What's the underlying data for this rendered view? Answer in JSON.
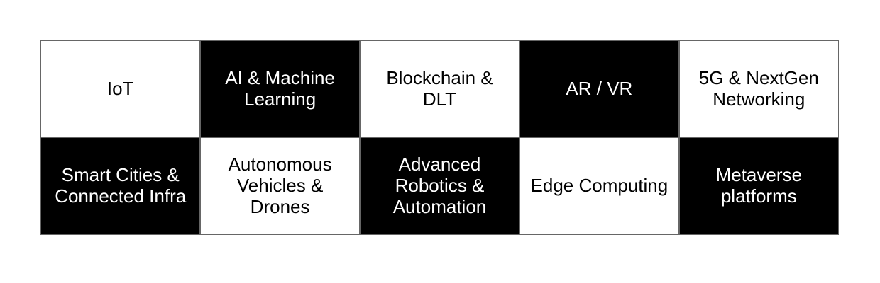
{
  "colors": {
    "page_bg": "#ffffff",
    "cell_dark_bg": "#000000",
    "cell_light_bg": "#ffffff",
    "text_on_dark": "#ffffff",
    "text_on_light": "#000000",
    "grid_border": "#666666"
  },
  "grid": {
    "rows": 2,
    "columns": 5
  },
  "cells": [
    {
      "label": "IoT",
      "variant": "light",
      "row": 1,
      "col": 1
    },
    {
      "label": "AI & Machine\nLearning",
      "variant": "dark",
      "row": 1,
      "col": 2
    },
    {
      "label": "Blockchain &\nDLT",
      "variant": "light",
      "row": 1,
      "col": 3
    },
    {
      "label": "AR / VR",
      "variant": "dark",
      "row": 1,
      "col": 4
    },
    {
      "label": "5G & NextGen\nNetworking",
      "variant": "light",
      "row": 1,
      "col": 5
    },
    {
      "label": "Smart Cities &\nConnected Infra",
      "variant": "dark",
      "row": 2,
      "col": 1
    },
    {
      "label": "Autonomous\nVehicles &\nDrones",
      "variant": "light",
      "row": 2,
      "col": 2
    },
    {
      "label": "Advanced\nRobotics &\nAutomation",
      "variant": "dark",
      "row": 2,
      "col": 3
    },
    {
      "label": "Edge Computing",
      "variant": "light",
      "row": 2,
      "col": 4
    },
    {
      "label": "Metaverse\nplatforms",
      "variant": "dark",
      "row": 2,
      "col": 5
    }
  ]
}
